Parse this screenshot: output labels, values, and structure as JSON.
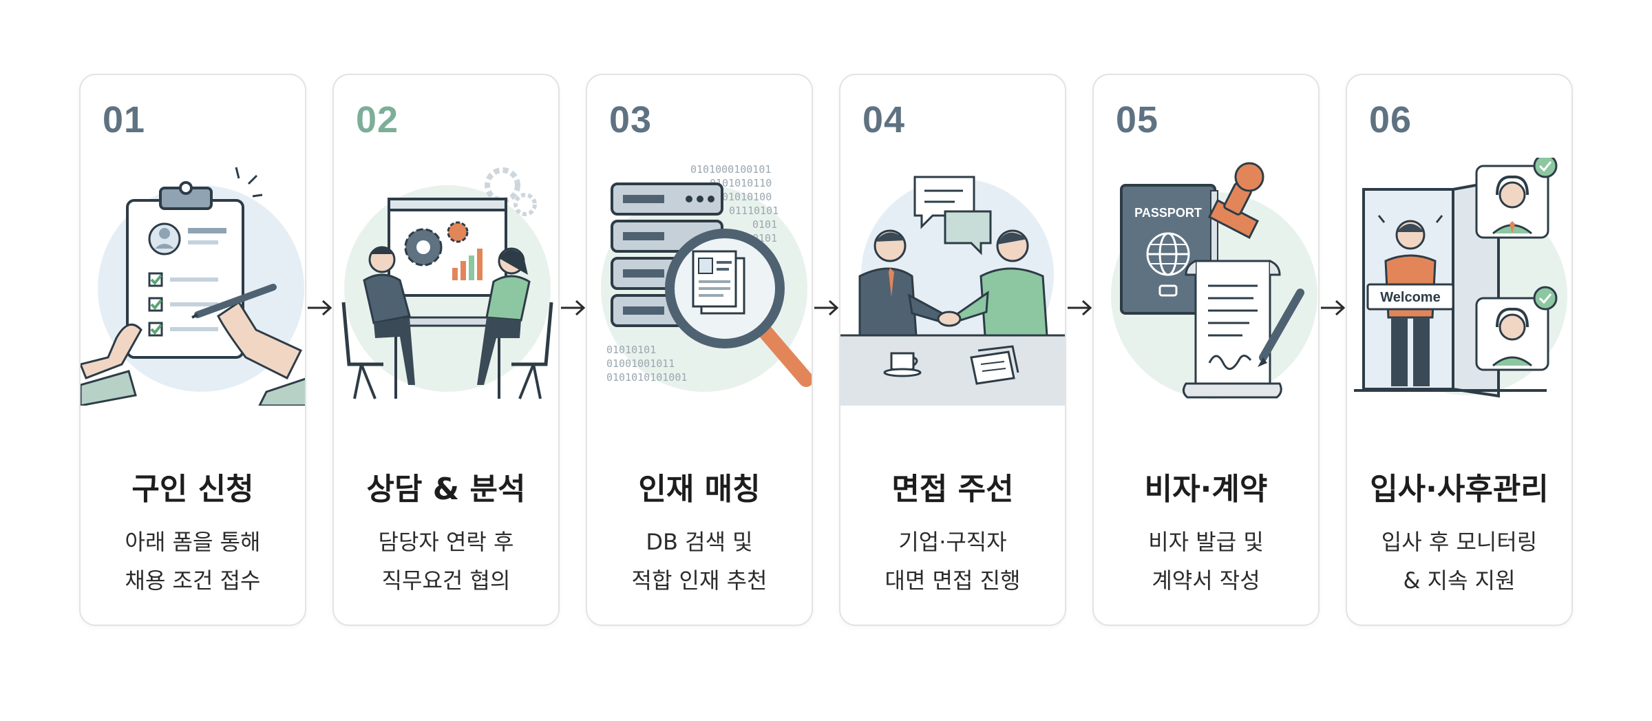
{
  "steps": [
    {
      "number": "01",
      "title": "구인 신청",
      "desc": [
        "아래 폼을 통해",
        "채용 조건 접수"
      ]
    },
    {
      "number": "02",
      "title": "상담 & 분석",
      "desc": [
        "담당자 연락 후",
        "직무요건 협의"
      ]
    },
    {
      "number": "03",
      "title": "인재 매칭",
      "desc": [
        "DB 검색 및",
        "적합 인재 추천"
      ]
    },
    {
      "number": "04",
      "title": "면접 주선",
      "desc": [
        "기업·구직자",
        "대면 면접 진행"
      ]
    },
    {
      "number": "05",
      "title": "비자·계약",
      "desc": [
        "비자 발급 및",
        "계약서 작성"
      ]
    },
    {
      "number": "06",
      "title": "입사·사후관리",
      "desc": [
        "입사 후 모니터링",
        "& 지속 지원"
      ]
    }
  ],
  "illustrations": {
    "binary": [
      "0101000100101",
      "0101010110",
      "01010100",
      "01110101",
      "0101",
      "0101",
      "01010101",
      "01001001011",
      "0101010101001"
    ],
    "passport": "PASSPORT",
    "welcome": "Welcome"
  },
  "colors": {
    "number": "#5e7282",
    "number_accent": "#7cae98",
    "slate": "#4f6272",
    "green": "#8cc7a1",
    "orange": "#e2865a"
  }
}
